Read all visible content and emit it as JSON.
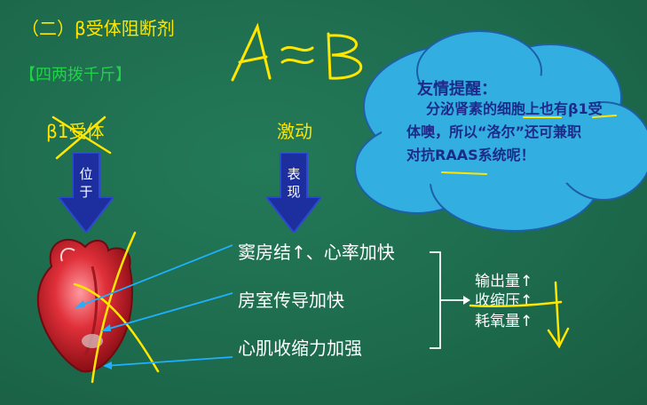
{
  "slide": {
    "title": "（二）β受体阻断剂",
    "subtitle": "【四两拨千斤】",
    "left_head": "β1受体",
    "right_head": "激动",
    "arrow_left_label": "位于",
    "arrow_right_label": "表现",
    "handwriting": "A≈B",
    "effects": [
      "窦房结↑、心率加快",
      "房室传导加快",
      "心肌收缩力加强"
    ],
    "results": [
      "输出量↑",
      "收缩压↑",
      "耗氧量↑"
    ]
  },
  "tip": {
    "title": "友情提醒：",
    "lines": [
      "分泌肾素的细胞上也有β1受",
      "体噢，所以“洛尔”还可兼职",
      "对抗RAAS系统呢！"
    ]
  },
  "colors": {
    "board": "#1e6b4e",
    "title": "#ffe600",
    "subtitle": "#22d14a",
    "arrow_fill": "#1d2f9e",
    "cloud": "#33aee0",
    "annotation": "#00b0ff"
  }
}
